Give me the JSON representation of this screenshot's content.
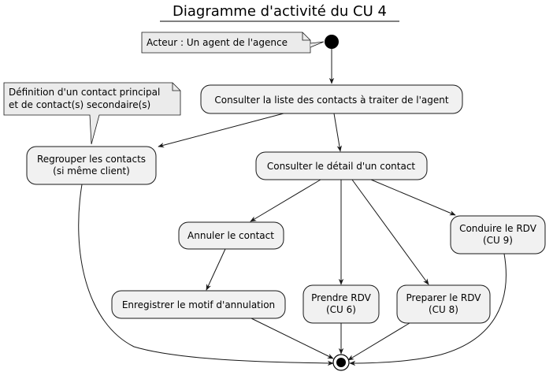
{
  "title": "Diagramme d'activité du CU 4",
  "notes": {
    "actor": "Acteur : Un agent de l'agence",
    "definition": [
      "Définition d'un contact principal",
      "et de contact(s) secondaire(s)"
    ]
  },
  "activities": {
    "list_contacts": [
      "Consulter la liste des contacts à traiter de l'agent"
    ],
    "group_contacts": [
      "Regrouper les contacts",
      "(si même client)"
    ],
    "detail_contact": [
      "Consulter le détail d'un contact"
    ],
    "cancel_contact": [
      "Annuler le contact"
    ],
    "lead_rdv": [
      "Conduire le RDV",
      "(CU 9)"
    ],
    "record_reason": [
      "Enregistrer le motif d'annulation"
    ],
    "take_rdv": [
      "Prendre RDV",
      "(CU 6)"
    ],
    "prepare_rdv": [
      "Preparer le RDV",
      "(CU 8)"
    ]
  },
  "colors": {
    "node_fill": "#F1F1F1",
    "node_stroke": "#181818",
    "note_fill": "#EBEBEB",
    "edge": "#181818"
  }
}
